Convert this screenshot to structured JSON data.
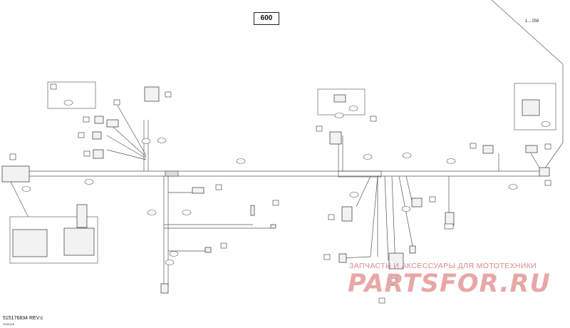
{
  "diagram": {
    "reference_number": "600",
    "reference_code": "1→258",
    "part_number": "515176834 REV:c",
    "sub_code": "42M1118"
  },
  "watermark": {
    "tagline": "ЗАПЧАСТИ И АКСЕССУАРЫ ДЛЯ МОТОТЕХНИКИ",
    "logo_text": "PARTSFOR.RU"
  },
  "colors": {
    "line": "#444444",
    "fill": "#ffffff",
    "watermark": "#e8a7a7"
  }
}
